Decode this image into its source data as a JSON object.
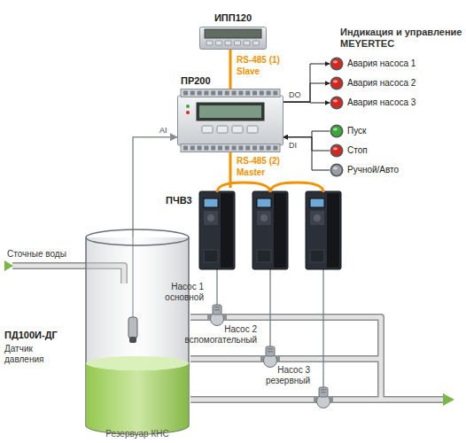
{
  "diagram": {
    "nodes": [
      {
        "text": [
          "ИПП120"
        ]
      },
      {
        "text": [
          "ПР200"
        ]
      },
      {
        "text": [
          "ПЧВ3"
        ]
      },
      {
        "text": [
          "Авария насоса 1"
        ]
      },
      {
        "text": [
          "Авария насоса 2"
        ]
      },
      {
        "text": [
          "Авария насоса 3"
        ]
      },
      {
        "text": [
          "Пуск"
        ]
      },
      {
        "text": [
          "Стоп"
        ]
      },
      {
        "text": [
          "Ручной/Авто"
        ]
      },
      {
        "text": [
          "Резервуар КНС"
        ]
      },
      {
        "text": [
          "ПД100И-ДГ",
          "Датчик давления"
        ],
        "in": 9
      },
      {
        "text": [
          "Насос 1 основной"
        ]
      },
      {
        "text": [
          "Насос 2 вспомогательный"
        ]
      },
      {
        "text": [
          "Насос 3 резервный"
        ]
      }
    ],
    "edges": [
      {
        "from": 0,
        "to": 1,
        "arrow": "none",
        "label": "RS-485 (1)"
      },
      {
        "from": 1,
        "to": 2,
        "arrow": "none",
        "label": "RS-485 (2)"
      },
      {
        "from": 1,
        "to": 3,
        "arrow": "to"
      },
      {
        "from": 1,
        "to": 4,
        "arrow": "to"
      },
      {
        "from": 1,
        "to": 5,
        "arrow": "to"
      },
      {
        "from": 6,
        "to": 1,
        "arrow": "to"
      },
      {
        "from": 7,
        "to": 1,
        "arrow": "to"
      },
      {
        "from": 8,
        "to": 1,
        "arrow": "to"
      },
      {
        "from": 10,
        "to": 1,
        "arrow": "to"
      },
      {
        "from": 2,
        "to": 11,
        "arrow": "none"
      },
      {
        "from": 2,
        "to": 12,
        "arrow": "none"
      },
      {
        "from": 2,
        "to": 13,
        "arrow": "none"
      }
    ],
    "labels": [
      "Индикация и управление MEYERTEC",
      "Slave",
      "DO",
      "DI",
      "AI",
      "Master",
      "Сточные воды"
    ]
  }
}
